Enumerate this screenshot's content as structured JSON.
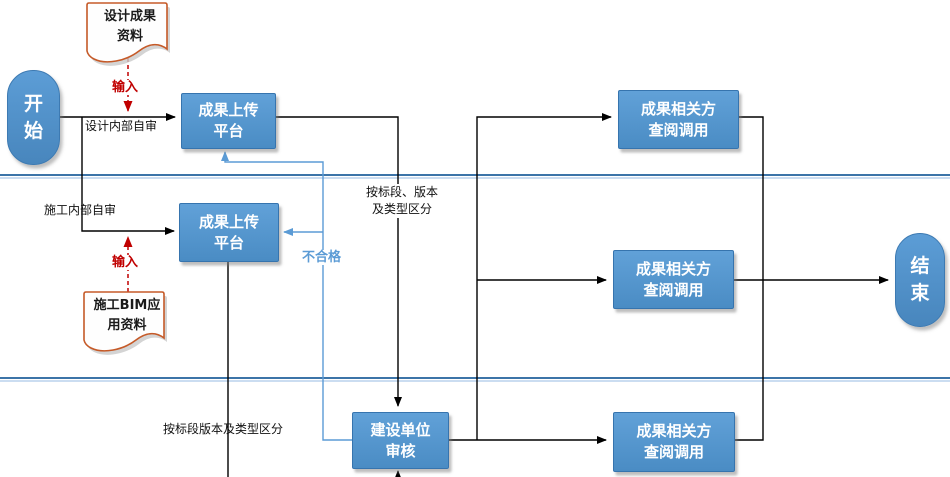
{
  "nodes": {
    "start": {
      "label": "开\n始"
    },
    "end": {
      "label": "结\n束"
    },
    "doc_design": {
      "label": "设计成果\n资料"
    },
    "doc_construction": {
      "label": "施工BIM应\n用资料"
    },
    "upload_platform_design": {
      "label": "成果上传\n平台"
    },
    "upload_platform_construction": {
      "label": "成果上传\n平台"
    },
    "owner_review": {
      "label": "建设单位\n审核"
    },
    "stakeholder_access_top": {
      "label": "成果相关方\n查阅调用"
    },
    "stakeholder_access_middle": {
      "label": "成果相关方\n查阅调用"
    },
    "stakeholder_access_bottom": {
      "label": "成果相关方\n查阅调用"
    }
  },
  "edge_labels": {
    "input_design": "输入",
    "input_construction": "输入",
    "design_internal_review": "设计内部自审",
    "construction_internal_review": "施工内部自审",
    "split_by_section_version_type": "按标段、版本\n及类型区分",
    "split_by_section_version_type_bottom": "按标段版本及类型区分",
    "rejected": "不合格"
  },
  "colors": {
    "process_fill": "#4f90ca",
    "process_border": "#3674ae",
    "document_border": "#c55a28",
    "flow_line": "#000000",
    "feedback_line": "#5b9bd5",
    "input_line": "#c00000",
    "lane_divider": "#3c74a8"
  }
}
